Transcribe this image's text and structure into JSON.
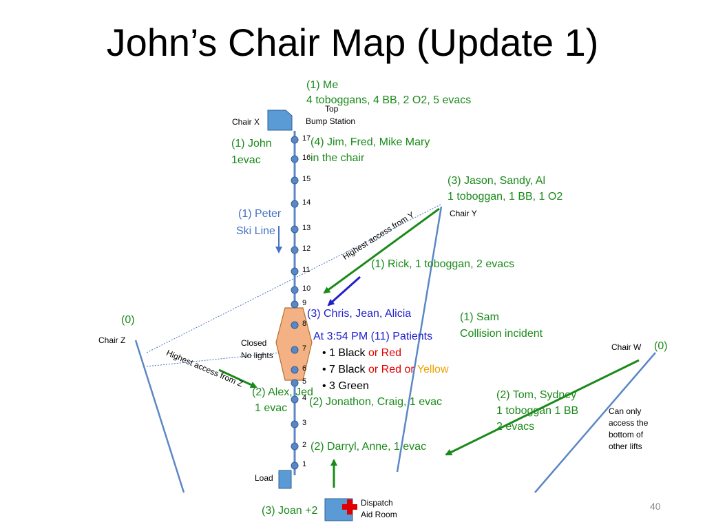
{
  "title": "John’s Chair Map (Update 1)",
  "page_number": "40",
  "colors": {
    "green": "#1a8a1a",
    "blue": "#1f1fcc",
    "steel": "#4472c4",
    "red": "#e00000",
    "yellow": "#f0a000",
    "shape_fill": "#f4b183"
  },
  "towers": [
    "17",
    "16",
    "15",
    "14",
    "13",
    "12",
    "11",
    "10",
    "9",
    "8",
    "7",
    "6",
    "5",
    "4",
    "3",
    "2",
    "1"
  ],
  "labels": {
    "me_1": "(1) Me",
    "me_2": "4 toboggans, 4 BB, 2 O2, 5 evacs",
    "top_1": "Top",
    "top_2": "Bump Station",
    "chair_x": "Chair X",
    "john_1": "(1)  John",
    "john_2": "1evac",
    "jim_1": "(4) Jim, Fred, Mike Mary",
    "jim_2": "in the chair",
    "jason_1": "(3) Jason, Sandy, Al",
    "jason_2": "1 toboggan, 1 BB, 1 O2",
    "chair_y": "Chair Y",
    "peter_1": "(1) Peter",
    "peter_2": "Ski Line",
    "highest_y": "Highest access from Y",
    "rick": "(1) Rick, 1 toboggan, 2 evacs",
    "chris": "(3) Chris, Jean, Alicia",
    "sam_1": "(1)   Sam",
    "sam_2": "Collision incident",
    "zero_left": "(0)",
    "chair_z": "Chair Z",
    "closed_1": "Closed",
    "closed_2": "No lights",
    "at_354": "At 3:54 PM (11) Patients",
    "b1_a": "• 1 Black ",
    "b1_b": "or Red",
    "b2_a": "• 7 Black ",
    "b2_b": "or Red ",
    "b2_c": "or ",
    "b2_d": "Yellow",
    "b3": "• 3 Green",
    "highest_z": "Highest access from Z",
    "chair_w": "Chair W",
    "zero_right": "(0)",
    "alex_1": "(2) Alex, Jed",
    "alex_2": "1 evac",
    "jonathon": "(2) Jonathon, Craig, 1 evac",
    "tom_1": "(2) Tom, Sydney",
    "tom_2": "1 toboggan 1 BB",
    "tom_3": "2 evacs",
    "only_1": "Can only",
    "only_2": "access the",
    "only_3": "bottom of",
    "only_4": "other lifts",
    "darryl": "(2) Darryl, Anne, 1 evac",
    "load": "Load",
    "dispatch_1": "Dispatch",
    "dispatch_2": "Aid Room",
    "joan": "(3) Joan +2"
  }
}
